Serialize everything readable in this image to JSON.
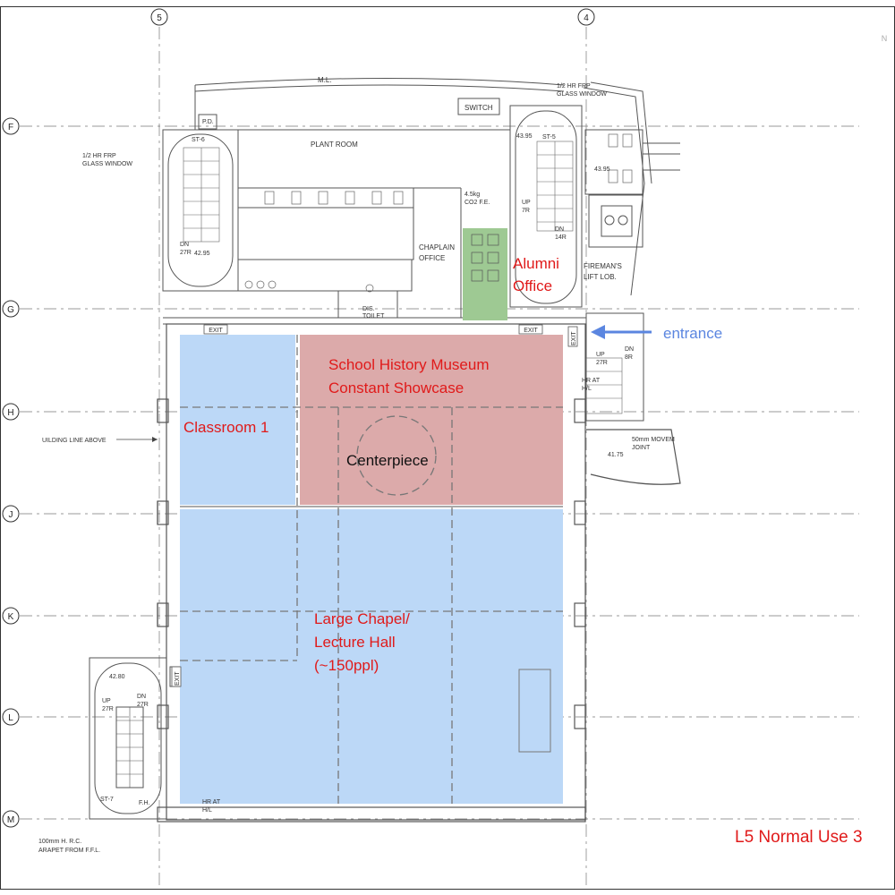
{
  "grid": {
    "columns": [
      "5",
      "4"
    ],
    "rows": [
      "F",
      "G",
      "H",
      "J",
      "K",
      "L",
      "M"
    ]
  },
  "north_mark": "N",
  "rooms": {
    "classroom1": "Classroom 1",
    "museum_line1": "School History Museum",
    "museum_line2": "Constant Showcase",
    "centerpiece": "Centerpiece",
    "chapel_line1": "Large Chapel/",
    "chapel_line2": "Lecture Hall",
    "chapel_line3": "(~150ppl)",
    "alumni_line1": "Alumni",
    "alumni_line2": "Office"
  },
  "entrance_label": "entrance",
  "plan_title": "L5 Normal Use 3",
  "annotations": {
    "ml": "M.L.",
    "switch": "SWITCH",
    "plant_room": "PLANT ROOM",
    "frp_right_1": "1/2 HR FRP",
    "frp_right_2": "GLASS WINDOW",
    "frp_left_1": "1/2 HR FRP",
    "frp_left_2": "GLASS WINDOW",
    "pd": "P.D.",
    "st6": "ST-6",
    "st5": "ST-5",
    "st7": "ST-7",
    "lvl_4395": "43.95",
    "lvl_4395b": "43.95",
    "lvl_4295": "42.95",
    "lvl_4280": "42.80",
    "lvl_4175": "41.75",
    "fe_1": "4.5kg",
    "fe_2": "CO2 F.E.",
    "chaplain_1": "CHAPLAIN",
    "chaplain_2": "OFFICE",
    "fireman_1": "FIREMAN'S",
    "fireman_2": "LIFT LOB.",
    "dis_1": "DIS.",
    "dis_2": "TOILET",
    "exit_1": "EXIT",
    "exit_2": "EXIT",
    "exit_3": "EXIT",
    "exit_4": "EXIT",
    "up7r": "UP",
    "up7r_2": "7R",
    "dn14r": "DN",
    "dn14r_2": "14R",
    "dn27r": "DN",
    "dn27r_2": "27R",
    "up27r_r": "UP",
    "up27r_r2": "27R",
    "dn8r": "DN",
    "dn8r_2": "8R",
    "up27r_l": "UP",
    "up27r_l2": "27R",
    "dn27r_l": "DN",
    "dn27r_l2": "27R",
    "hr_hl_1": "HR AT",
    "hr_hl_2": "H/L",
    "hr_hl_b1": "HR AT",
    "hr_hl_b2": "H/L",
    "mvt_1": "50mm MOVEM",
    "mvt_2": "JOINT",
    "bldg_line": "UILDING LINE ABOVE",
    "parapet_1": "100mm H. R.C.",
    "parapet_2": "ARAPET FROM F.F.L.",
    "fh": "F.H."
  },
  "colors": {
    "classroom_fill": "#bcd8f7",
    "museum_fill": "#dcaaaa",
    "alumni_fill": "#9ec993",
    "room_label": "#e01a1a",
    "entrance": "#5b86e0"
  }
}
